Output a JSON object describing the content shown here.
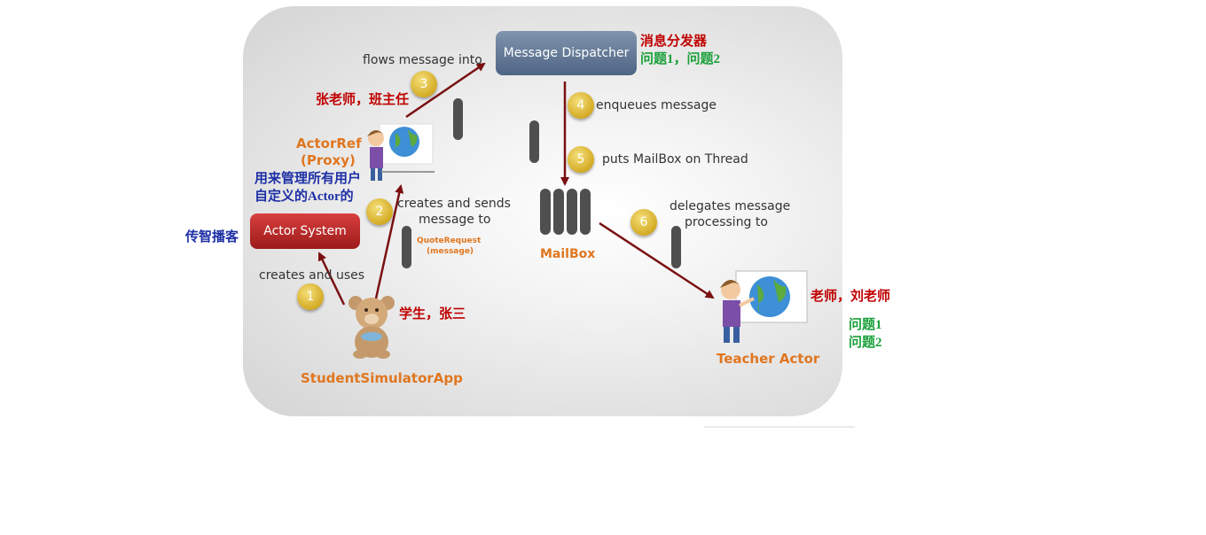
{
  "nodes": {
    "message_dispatcher": "Message Dispatcher",
    "actor_system": "Actor System",
    "actor_ref_line1": "ActorRef",
    "actor_ref_line2": "(Proxy)",
    "mailbox": "MailBox",
    "teacher_actor": "Teacher Actor",
    "student_app": "StudentSimulatorApp",
    "quote_request": "QuoteRequest",
    "quote_request_sub": "(message)"
  },
  "steps": [
    {
      "num": "1",
      "text": "creates and uses"
    },
    {
      "num": "2",
      "text_line1": "creates and sends",
      "text_line2": "message to"
    },
    {
      "num": "3",
      "text": "flows message into"
    },
    {
      "num": "4",
      "text": "enqueues message"
    },
    {
      "num": "5",
      "text": "puts MailBox on Thread"
    },
    {
      "num": "6",
      "text_line1": "delegates message",
      "text_line2": "processing to"
    }
  ],
  "annotations": {
    "dispatcher_cn": "消息分发器",
    "dispatcher_questions": "问题1，问题2",
    "zhang_teacher": "张老师，班主任",
    "actorref_note_line1": "用来管理所有用户",
    "actorref_note_line2": "自定义的Actor的",
    "chuanzhi": "传智播客",
    "student": "学生，张三",
    "liu_teacher": "老师，刘老师",
    "question1": "问题1",
    "question2": "问题2"
  },
  "icons": [
    "teacher-icon",
    "globe-icon",
    "bear-icon",
    "arrow-icon"
  ],
  "colors": {
    "arrow": "#7a1010",
    "orange": "#e0761f",
    "red": "#c00000",
    "green": "#1aa03a",
    "blue": "#1d2fa6"
  }
}
